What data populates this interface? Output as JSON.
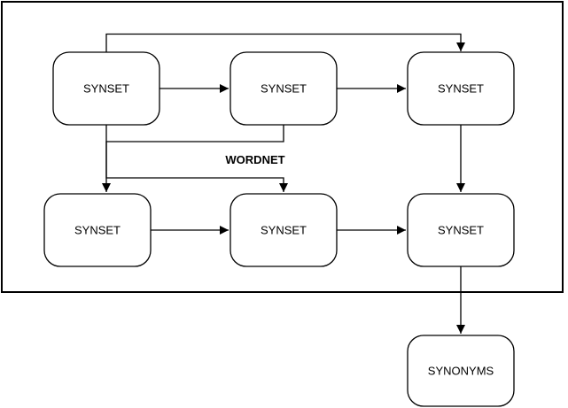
{
  "diagram": {
    "container": {
      "label": "WORDNET"
    },
    "nodes": [
      {
        "id": "synset-top-left",
        "label": "SYNSET"
      },
      {
        "id": "synset-top-middle",
        "label": "SYNSET"
      },
      {
        "id": "synset-top-right",
        "label": "SYNSET"
      },
      {
        "id": "synset-bottom-left",
        "label": "SYNSET"
      },
      {
        "id": "synset-bottom-middle",
        "label": "SYNSET"
      },
      {
        "id": "synset-bottom-right",
        "label": "SYNSET"
      },
      {
        "id": "synonyms",
        "label": "SYNONYMS"
      }
    ],
    "edges": [
      {
        "from": "synset-top-left",
        "to": "synset-top-right",
        "route": "over-top-bypass"
      },
      {
        "from": "synset-top-left",
        "to": "synset-top-middle",
        "route": "straight"
      },
      {
        "from": "synset-top-middle",
        "to": "synset-top-right",
        "route": "straight"
      },
      {
        "from": "synset-top-right",
        "to": "synset-bottom-right",
        "route": "straight"
      },
      {
        "from": "synset-top-left",
        "to": "synset-bottom-middle",
        "route": "orthogonal-cross"
      },
      {
        "from": "synset-top-middle",
        "to": "synset-bottom-left",
        "route": "orthogonal-cross"
      },
      {
        "from": "synset-bottom-left",
        "to": "synset-bottom-middle",
        "route": "straight"
      },
      {
        "from": "synset-bottom-middle",
        "to": "synset-bottom-right",
        "route": "straight"
      },
      {
        "from": "synset-bottom-right",
        "to": "synonyms",
        "route": "straight"
      }
    ],
    "colors": {
      "stroke": "#000000",
      "node_fill": "#ffffff",
      "background": "#ffffff",
      "text": "#000000"
    }
  }
}
